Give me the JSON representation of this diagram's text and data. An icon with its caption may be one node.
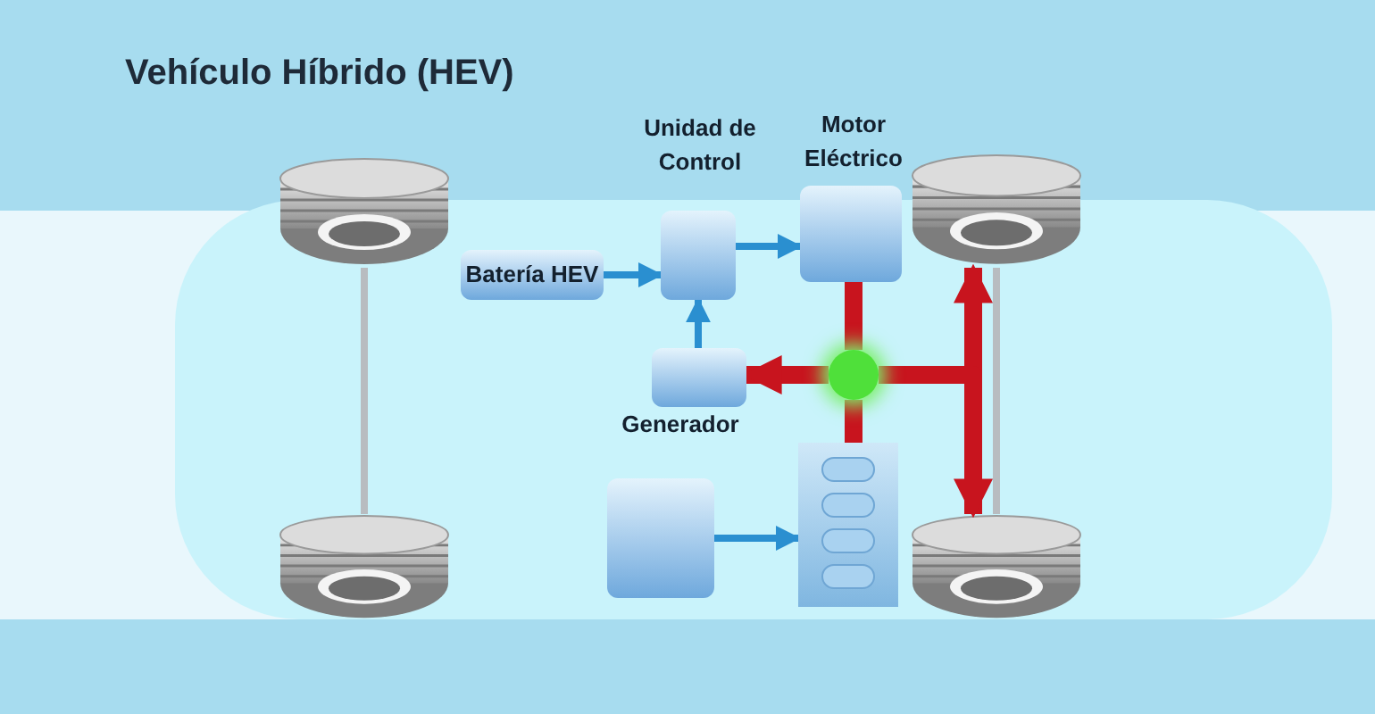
{
  "diagram": {
    "title": "Vehículo Híbrido (HEV)",
    "nodes": [
      {
        "text": [
          "Batería HEV"
        ]
      },
      {
        "text": [
          "Unidad de Control"
        ]
      },
      {
        "text": [
          "Motor Eléctrico"
        ]
      },
      {
        "text": [
          "Generador"
        ]
      },
      {
        "text": [],
        "shape": "box"
      },
      {
        "text": [],
        "shape": "picture"
      },
      {
        "text": [],
        "shape": "circle"
      },
      {
        "text": [],
        "shape": "picture"
      },
      {
        "text": [],
        "shape": "picture"
      },
      {
        "text": [],
        "shape": "picture"
      },
      {
        "text": [],
        "shape": "picture"
      }
    ],
    "edges": [
      {
        "from": 0,
        "to": 1,
        "arrow": "to",
        "color": "#2a8fd0"
      },
      {
        "from": 1,
        "to": 2,
        "arrow": "to",
        "color": "#2a8fd0"
      },
      {
        "from": 3,
        "to": 1,
        "arrow": "to",
        "color": "#2a8fd0"
      },
      {
        "from": 4,
        "to": 5,
        "arrow": "to",
        "color": "#2a8fd0"
      },
      {
        "from": 2,
        "to": 6,
        "arrow": "none",
        "style": "thick",
        "color": "#c8141e"
      },
      {
        "from": 5,
        "to": 6,
        "arrow": "none",
        "style": "thick",
        "color": "#c8141e"
      },
      {
        "from": 6,
        "to": 3,
        "arrow": "to",
        "style": "thick",
        "color": "#c8141e"
      },
      {
        "from": 6,
        "to": 9,
        "arrow": "to",
        "style": "thick",
        "color": "#c8141e"
      },
      {
        "from": 6,
        "to": 10,
        "arrow": "to",
        "style": "thick",
        "color": "#c8141e"
      },
      {
        "from": 7,
        "to": 8,
        "arrow": "none",
        "color": "#b8bcc0"
      },
      {
        "from": 9,
        "to": 10,
        "arrow": "none",
        "color": "#b8bcc0"
      }
    ]
  }
}
